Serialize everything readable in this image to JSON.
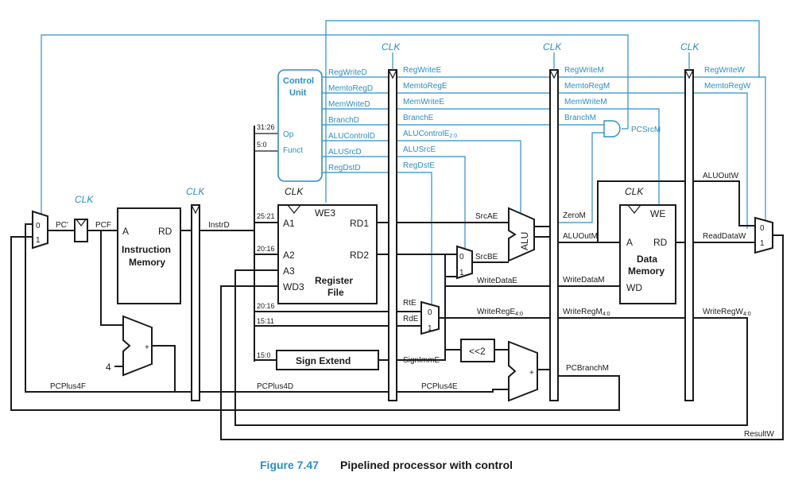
{
  "caption": {
    "number": "Figure 7.47",
    "text": "Pipelined processor with control"
  },
  "clk": "CLK",
  "control_unit": {
    "title1": "Control",
    "title2": "Unit",
    "op": "Op",
    "funct": "Funct",
    "bits_op": "31:26",
    "bits_funct": "5:0"
  },
  "ctrl_d": [
    "RegWriteD",
    "MemtoRegD",
    "MemWriteD",
    "BranchD",
    "ALUControlD",
    "ALUSrcD",
    "RegDstD"
  ],
  "ctrl_e": [
    "RegWriteE",
    "MemtoRegE",
    "MemWriteE",
    "BranchE",
    "ALUControlE",
    "ALUSrcE",
    "RegDstE"
  ],
  "ctrl_e_sub": "2:0",
  "ctrl_m": [
    "RegWriteM",
    "MemtoRegM",
    "MemWriteM",
    "BranchM"
  ],
  "ctrl_w": [
    "RegWriteW",
    "MemtoRegW"
  ],
  "pcsrc": "PCSrcM",
  "fetch": {
    "pc_prime": "PC'",
    "pc": "PCF",
    "mux_0": "0",
    "mux_1": "1",
    "im_a": "A",
    "im_rd": "RD",
    "im_title1": "Instruction",
    "im_title2": "Memory",
    "pcplus4f": "PCPlus4F",
    "four": "4",
    "plus": "+"
  },
  "decode": {
    "instr": "InstrD",
    "bits_a1": "25:21",
    "bits_a2": "20:16",
    "bits_rt": "20:16",
    "bits_rd": "15:11",
    "bits_imm": "15:0",
    "we3": "WE3",
    "a1": "A1",
    "a2": "A2",
    "a3": "A3",
    "wd3": "WD3",
    "rd1": "RD1",
    "rd2": "RD2",
    "rf1": "Register",
    "rf2": "File",
    "sign_extend": "Sign Extend",
    "pcplus4d": "PCPlus4D"
  },
  "execute": {
    "srcae": "SrcAE",
    "srcbe": "SrcBE",
    "alu": "ALU",
    "writedatae": "WriteDataE",
    "rte": "RtE",
    "rde": "RdE",
    "writerege": "WriteRegE",
    "sub": "4:0",
    "signimme": "SignImmE",
    "shift": "<<2",
    "pcplus4e": "PCPlus4E",
    "mux_0": "0",
    "mux_1": "1",
    "plus": "+"
  },
  "memory": {
    "zerom": "ZeroM",
    "aluoutm": "ALUOutM",
    "writedatam": "WriteDataM",
    "writeregm": "WriteRegM",
    "sub": "4:0",
    "pcbranchm": "PCBranchM",
    "we": "WE",
    "a": "A",
    "rd": "RD",
    "wd": "WD",
    "dm1": "Data",
    "dm2": "Memory"
  },
  "writeback": {
    "aluoutw": "ALUOutW",
    "readdataw": "ReadDataW",
    "writeregw": "WriteRegW",
    "sub": "4:0",
    "resultw": "ResultW",
    "mux_0": "0",
    "mux_1": "1"
  }
}
